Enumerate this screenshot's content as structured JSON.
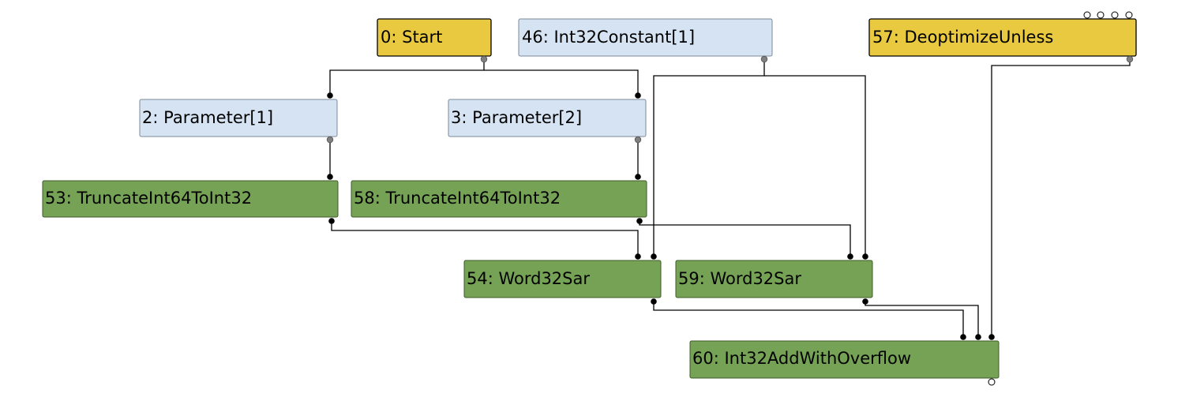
{
  "nodes": {
    "n0": {
      "label": "0: Start",
      "kind": "control"
    },
    "n46": {
      "label": "46: Int32Constant[1]",
      "kind": "constant"
    },
    "n57": {
      "label": "57: DeoptimizeUnless",
      "kind": "control"
    },
    "n2": {
      "label": "2: Parameter[1]",
      "kind": "constant"
    },
    "n3": {
      "label": "3: Parameter[2]",
      "kind": "constant"
    },
    "n53": {
      "label": "53: TruncateInt64ToInt32",
      "kind": "value"
    },
    "n58": {
      "label": "58: TruncateInt64ToInt32",
      "kind": "value"
    },
    "n54": {
      "label": "54: Word32Sar",
      "kind": "value"
    },
    "n59": {
      "label": "59: Word32Sar",
      "kind": "value"
    },
    "n60": {
      "label": "60: Int32AddWithOverflow",
      "kind": "value"
    }
  },
  "edges": [
    {
      "from": "n0",
      "to": "n2"
    },
    {
      "from": "n0",
      "to": "n3"
    },
    {
      "from": "n2",
      "to": "n53"
    },
    {
      "from": "n3",
      "to": "n58"
    },
    {
      "from": "n53",
      "to": "n54"
    },
    {
      "from": "n46",
      "to": "n54"
    },
    {
      "from": "n58",
      "to": "n59"
    },
    {
      "from": "n46",
      "to": "n59"
    },
    {
      "from": "n54",
      "to": "n60"
    },
    {
      "from": "n59",
      "to": "n60"
    },
    {
      "from": "n57",
      "to": "n60"
    }
  ],
  "colors": {
    "control": "#e8c93f",
    "constant": "#d5e3f2",
    "value": "#75a255",
    "edge": "#000000"
  }
}
